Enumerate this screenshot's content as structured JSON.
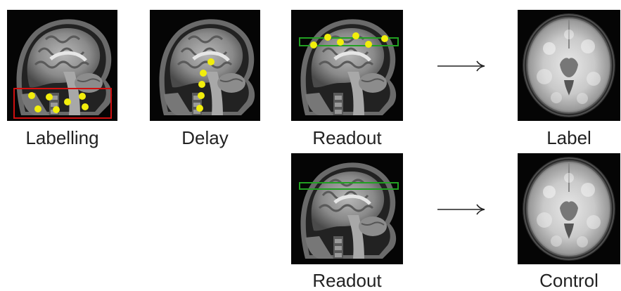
{
  "panels": {
    "labelling": {
      "caption": "Labelling",
      "box_color": "#d01010",
      "dot_color": "#f2ee0c"
    },
    "delay": {
      "caption": "Delay",
      "dot_color": "#f2ee0c"
    },
    "readout_label": {
      "caption": "Readout",
      "slab_color": "#22a022",
      "dot_color": "#f2ee0c"
    },
    "label": {
      "caption": "Label"
    },
    "readout_control": {
      "caption": "Readout",
      "slab_color": "#22a022"
    },
    "control": {
      "caption": "Control"
    }
  },
  "arrows": [
    {
      "glyph": "long-right-arrow-icon"
    },
    {
      "glyph": "long-right-arrow-icon"
    }
  ]
}
